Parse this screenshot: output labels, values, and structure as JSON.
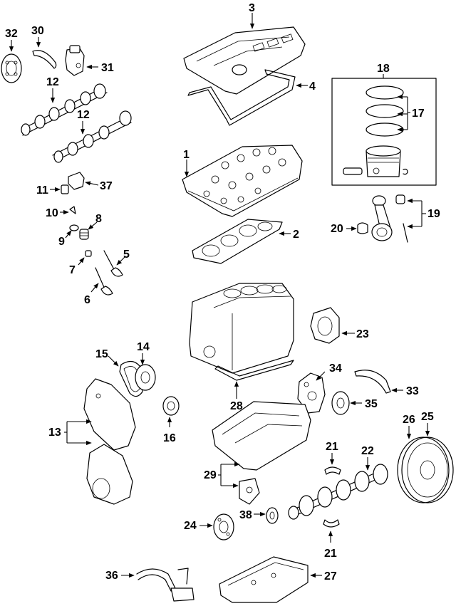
{
  "callouts": {
    "c1": "1",
    "c2": "2",
    "c3": "3",
    "c4": "4",
    "c5": "5",
    "c6": "6",
    "c7": "7",
    "c8": "8",
    "c9": "9",
    "c10": "10",
    "c11": "11",
    "c12a": "12",
    "c12b": "12",
    "c13": "13",
    "c14": "14",
    "c15": "15",
    "c16": "16",
    "c17": "17",
    "c18": "18",
    "c19": "19",
    "c20": "20",
    "c21a": "21",
    "c21b": "21",
    "c22": "22",
    "c23": "23",
    "c24": "24",
    "c25": "25",
    "c26": "26",
    "c27": "27",
    "c28": "28",
    "c29": "29",
    "c30": "30",
    "c31": "31",
    "c32": "32",
    "c33": "33",
    "c34": "34",
    "c35": "35",
    "c36": "36",
    "c37": "37",
    "c38": "38"
  },
  "colors": {
    "line": "#000000",
    "background": "#ffffff"
  }
}
